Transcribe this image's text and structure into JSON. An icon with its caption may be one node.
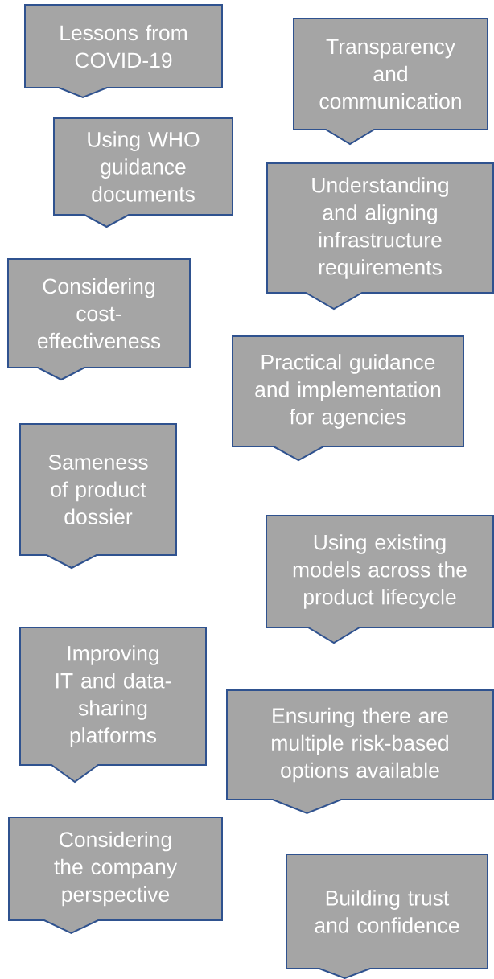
{
  "diagram": {
    "nodes": [
      {
        "text": [
          "Lessons from COVID-19"
        ]
      },
      {
        "text": [
          "Transparency and communication"
        ]
      },
      {
        "text": [
          "Using WHO guidance documents"
        ]
      },
      {
        "text": [
          "Understanding and aligning infrastructure requirements"
        ]
      },
      {
        "text": [
          "Considering cost-effectiveness"
        ]
      },
      {
        "text": [
          "Practical guidance and implementation for agencies"
        ]
      },
      {
        "text": [
          "Sameness of product dossier"
        ]
      },
      {
        "text": [
          "Using existing models across the product lifecycle"
        ]
      },
      {
        "text": [
          "Improving IT and data-sharing platforms"
        ]
      },
      {
        "text": [
          "Ensuring there are multiple risk-based options available"
        ]
      },
      {
        "text": [
          "Considering the company perspective"
        ]
      },
      {
        "text": [
          "Building trust and confidence"
        ]
      }
    ]
  }
}
